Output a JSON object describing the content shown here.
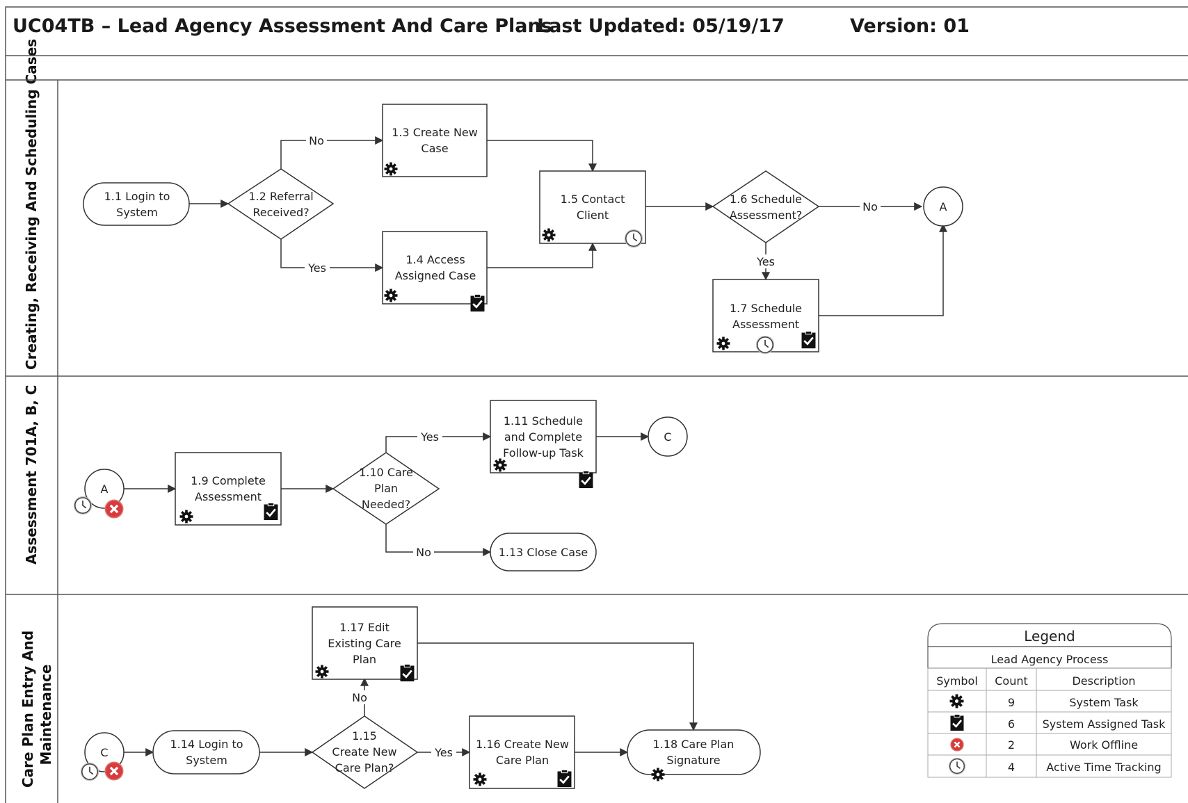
{
  "header": {
    "title": "UC04TB – Lead Agency Assessment And Care Plans",
    "last_updated": "Last Updated: 05/19/17",
    "version": "Version: 01"
  },
  "lanes": [
    {
      "label": "Creating, Receiving And Scheduling Cases"
    },
    {
      "label": "Assessment 701A, B, C"
    },
    {
      "label_line1": "Care Plan Entry And",
      "label_line2": "Maintenance"
    }
  ],
  "nodes": {
    "n1_1": {
      "lines": [
        "1.1 Login to",
        "System"
      ]
    },
    "n1_2": {
      "lines": [
        "1.2 Referral",
        "Received?"
      ]
    },
    "n1_3": {
      "lines": [
        "1.3 Create New",
        "Case"
      ]
    },
    "n1_4": {
      "lines": [
        "1.4 Access",
        "Assigned Case"
      ]
    },
    "n1_5": {
      "lines": [
        "1.5 Contact",
        "Client"
      ]
    },
    "n1_6": {
      "lines": [
        "1.6 Schedule",
        "Assessment?"
      ]
    },
    "n1_7": {
      "lines": [
        "1.7 Schedule",
        "Assessment"
      ]
    },
    "n1_9": {
      "lines": [
        "1.9 Complete",
        "Assessment"
      ]
    },
    "n1_10": {
      "lines": [
        "1.10 Care",
        "Plan",
        "Needed?"
      ]
    },
    "n1_11": {
      "lines": [
        "1.11 Schedule",
        "and Complete",
        "Follow-up Task"
      ]
    },
    "n1_13": {
      "lines": [
        "1.13 Close Case"
      ]
    },
    "n1_14": {
      "lines": [
        "1.14 Login to",
        "System"
      ]
    },
    "n1_15": {
      "lines": [
        "1.15",
        "Create New",
        "Care Plan?"
      ]
    },
    "n1_16": {
      "lines": [
        "1.16 Create New",
        "Care Plan"
      ]
    },
    "n1_17": {
      "lines": [
        "1.17 Edit",
        "Existing Care",
        "Plan"
      ]
    },
    "n1_18": {
      "lines": [
        "1.18 Care Plan",
        "Signature"
      ]
    }
  },
  "connectors": {
    "a_out": "A",
    "a_in": "A",
    "c_out": "C",
    "c_in": "C"
  },
  "edge_labels": {
    "yes": "Yes",
    "no": "No"
  },
  "legend": {
    "title": "Legend",
    "subtitle": "Lead Agency Process",
    "columns": [
      "Symbol",
      "Count",
      "Description"
    ],
    "rows": [
      {
        "icon": "gear-icon",
        "count": "9",
        "description": "System Task"
      },
      {
        "icon": "clipboard-check-icon",
        "count": "6",
        "description": "System Assigned Task"
      },
      {
        "icon": "work-offline-icon",
        "count": "2",
        "description": "Work Offline"
      },
      {
        "icon": "clock-icon",
        "count": "4",
        "description": "Active Time Tracking"
      }
    ]
  },
  "colors": {
    "line": "#333333",
    "offline_red": "#d93a3a"
  }
}
